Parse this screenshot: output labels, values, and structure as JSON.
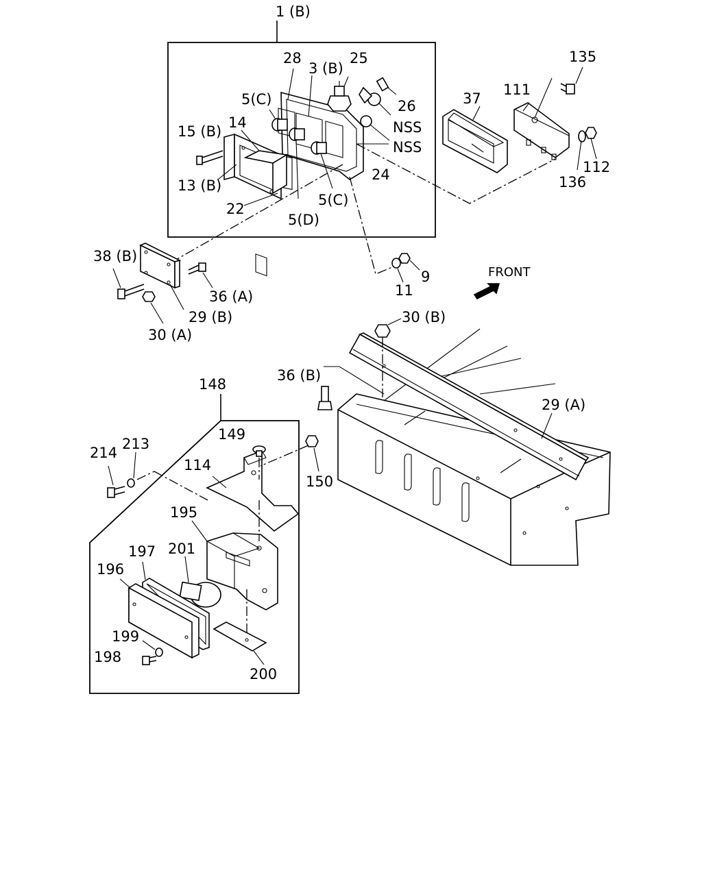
{
  "labels": {
    "l_1b": "1 (B)",
    "l_28": "28",
    "l_3b": "3 (B)",
    "l_25": "25",
    "l_26": "26",
    "l_5c_top": "5(C)",
    "l_14": "14",
    "l_15b": "15 (B)",
    "l_13b": "13 (B)",
    "l_22": "22",
    "l_5d": "5(D)",
    "l_5c_bot": "5(C)",
    "l_24": "24",
    "l_nss1": "NSS",
    "l_nss2": "NSS",
    "l_37": "37",
    "l_111": "111",
    "l_135": "135",
    "l_112": "112",
    "l_136": "136",
    "l_38b": "38 (B)",
    "l_36a": "36 (A)",
    "l_29b": "29 (B)",
    "l_30a": "30 (A)",
    "l_11": "11",
    "l_9": "9",
    "l_front": "FRONT",
    "l_30b": "30 (B)",
    "l_36b": "36 (B)",
    "l_29a": "29 (A)",
    "l_148": "148",
    "l_149": "149",
    "l_150": "150",
    "l_214": "214",
    "l_213": "213",
    "l_114": "114",
    "l_195": "195",
    "l_197": "197",
    "l_201": "201",
    "l_196": "196",
    "l_199": "199",
    "l_198": "198",
    "l_200": "200"
  },
  "colors": {
    "ink": "#000000",
    "paper": "#ffffff"
  },
  "icons": {
    "front_arrow": "arrow-icon"
  }
}
